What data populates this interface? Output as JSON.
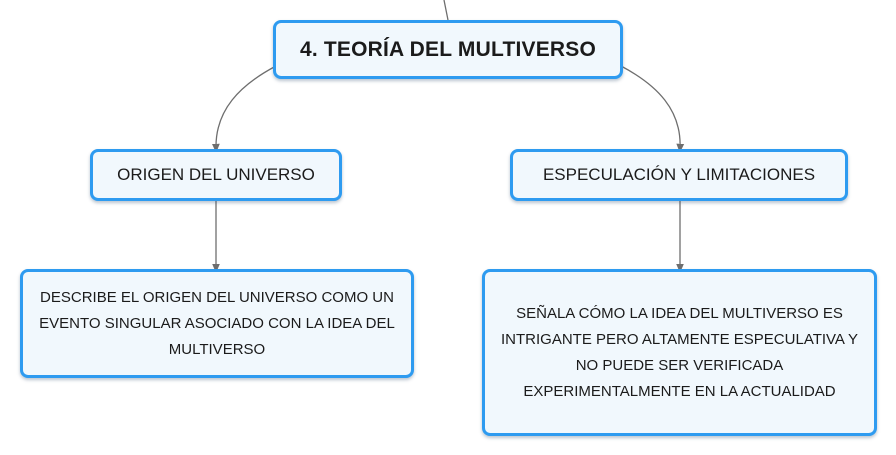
{
  "root": {
    "label": "4. TEORÍA DEL MULTIVERSO"
  },
  "branches": [
    {
      "label": "ORIGEN DEL UNIVERSO",
      "child": "DESCRIBE EL ORIGEN DEL UNIVERSO COMO UN EVENTO SINGULAR ASOCIADO CON LA IDEA DEL MULTIVERSO"
    },
    {
      "label": "ESPECULACIÓN Y LIMITACIONES",
      "child": "SEÑALA CÓMO LA IDEA DEL MULTIVERSO ES INTRIGANTE PERO ALTAMENTE ESPECULATIVA Y NO PUEDE SER VERIFICADA EXPERIMENTALMENTE EN LA ACTUALIDAD"
    }
  ],
  "colors": {
    "node_border": "#2e9bf0",
    "node_fill": "#f1f8fd",
    "connector": "#6e6e6e",
    "text": "#1b1b1b"
  }
}
